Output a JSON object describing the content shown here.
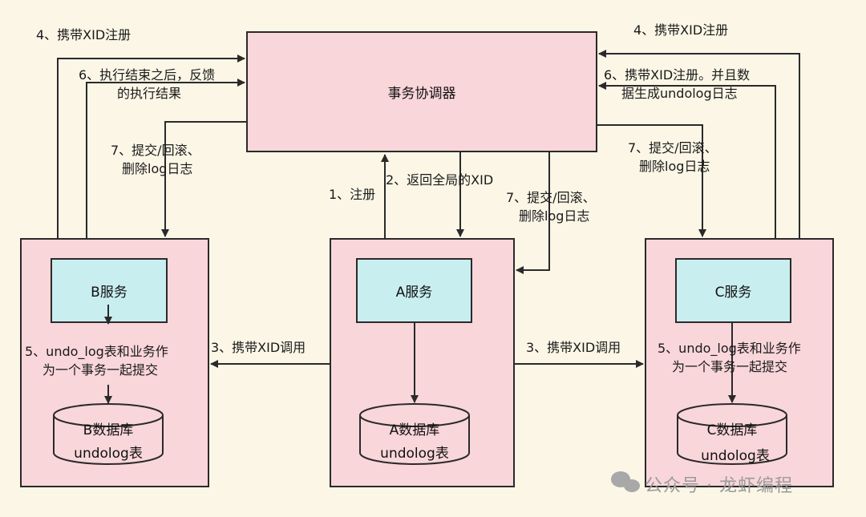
{
  "coordinator": {
    "label": "事务协调器"
  },
  "services": {
    "a": {
      "label": "A服务",
      "db": "A数据库",
      "table": "undolog表"
    },
    "b": {
      "label": "B服务",
      "db": "B数据库",
      "table": "undolog表"
    },
    "c": {
      "label": "C服务",
      "db": "C数据库",
      "table": "undolog表"
    }
  },
  "labels": {
    "b_register": "4、携带XID注册",
    "b_feedback_1": "6、执行结束之后，反馈",
    "b_feedback_2": "的执行结果",
    "b_commit_1": "7、提交/回滚、",
    "b_commit_2": "删除log日志",
    "c_register": "4、携带XID注册",
    "c_register_more_1": "6、携带XID注册。并且数",
    "c_register_more_2": "据生成undolog日志",
    "c_commit_1": "7、提交/回滚、",
    "c_commit_2": "删除log日志",
    "a_register": "1、注册",
    "a_return_xid": "2、返回全局的XID",
    "a_commit_1": "7、提交/回滚、",
    "a_commit_2": "删除log日志",
    "call_b": "3、携带XID调用",
    "call_c": "3、携带XID调用",
    "b_step5_1": "5、undo_log表和业务作",
    "b_step5_2": "为一个事务一起提交",
    "c_step5_1": "5、undo_log表和业务作",
    "c_step5_2": "为一个事务一起提交"
  },
  "watermark": {
    "text": "公众号 · 龙虾编程",
    "icon": "wechat-icon"
  }
}
